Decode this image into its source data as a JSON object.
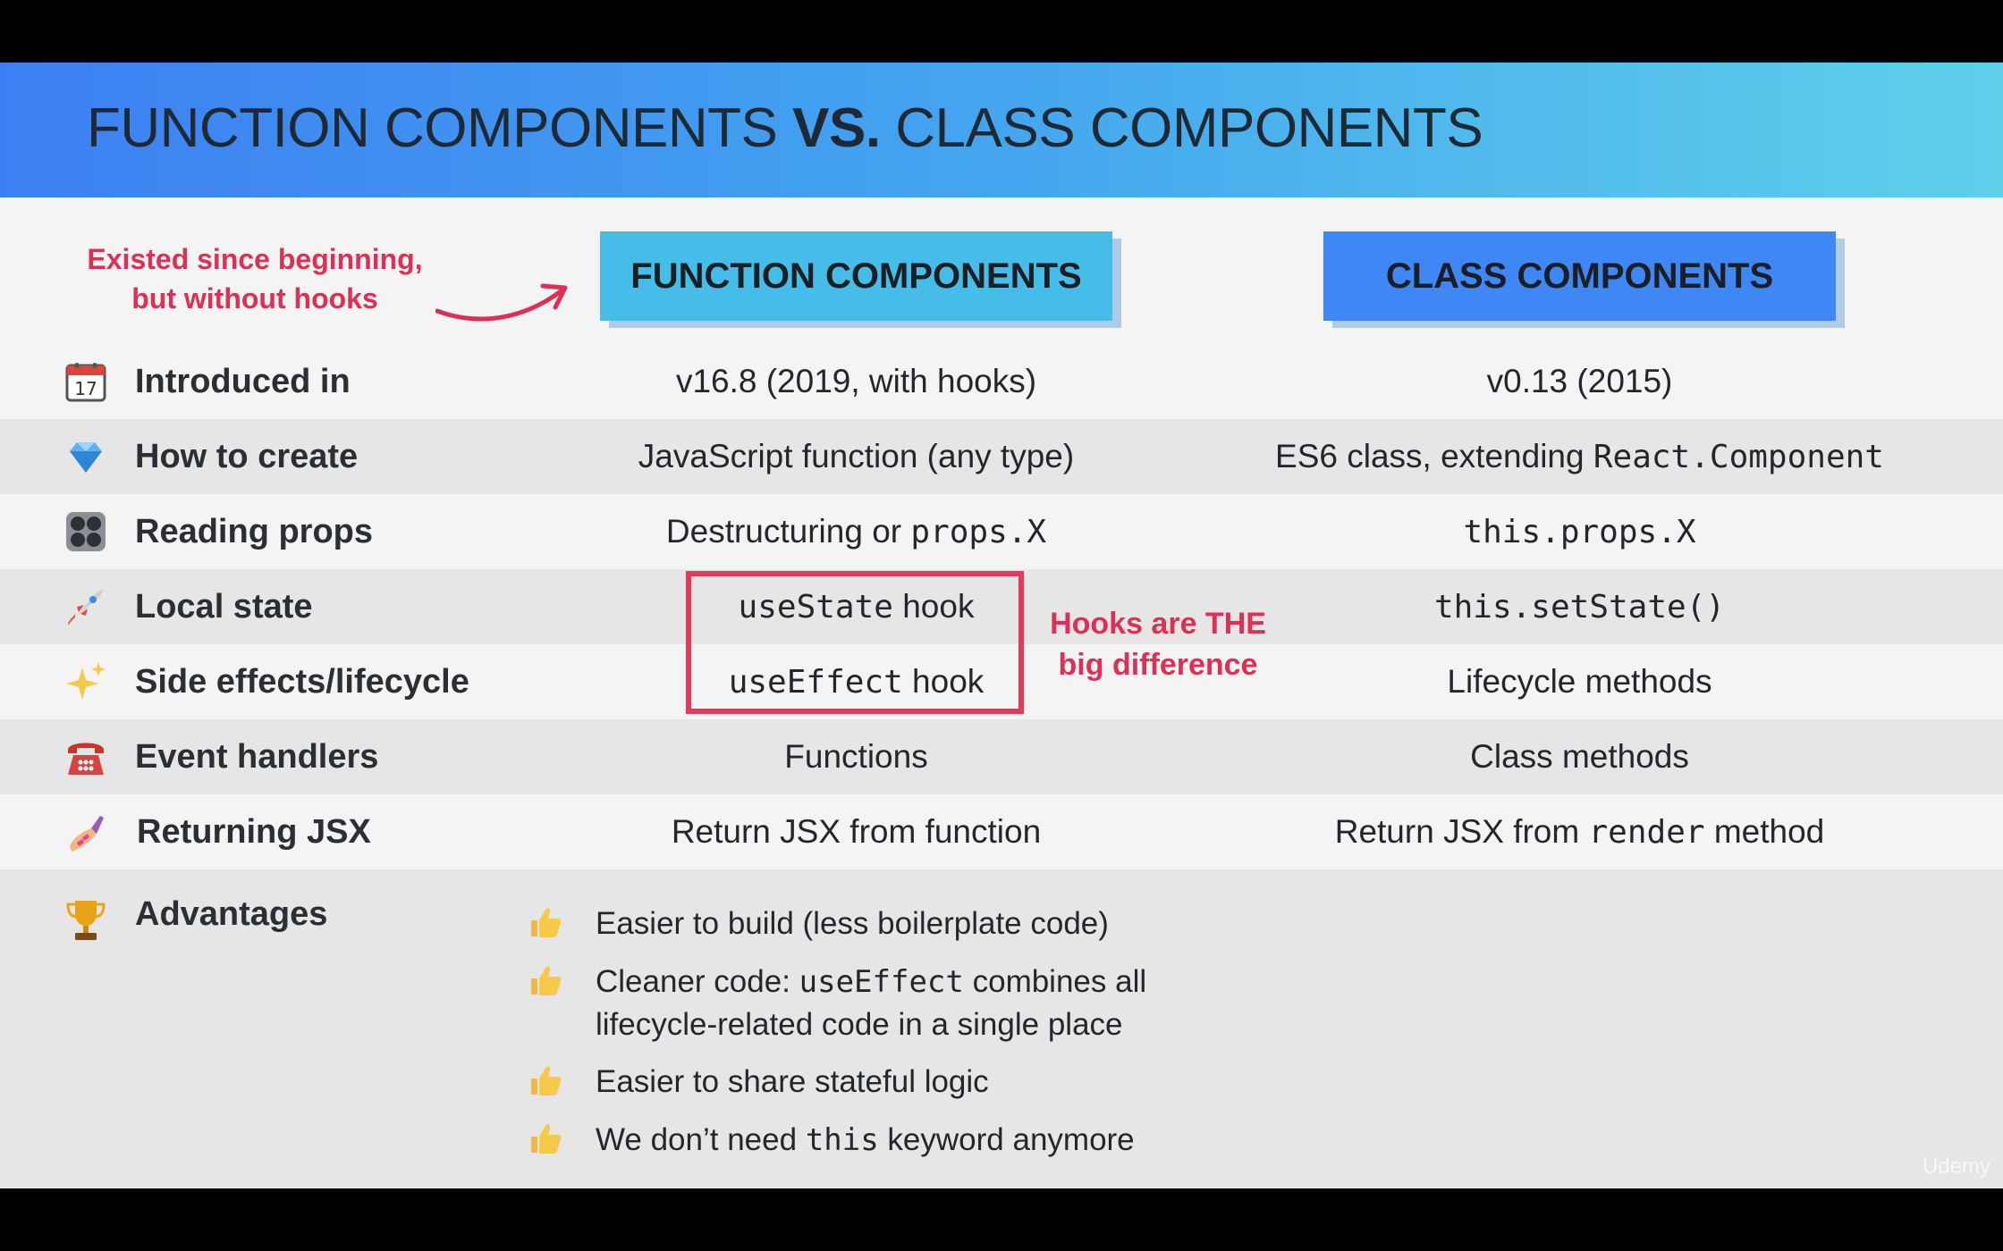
{
  "header": {
    "title_part1": "FUNCTION COMPONENTS ",
    "title_vs": "VS.",
    "title_part2": " CLASS COMPONENTS"
  },
  "columns": {
    "function": "FUNCTION COMPONENTS",
    "class": "CLASS COMPONENTS"
  },
  "notes": {
    "existed_line1": "Existed since beginning,",
    "existed_line2": "but without hooks",
    "hooks_line1_red": "Hooks",
    "hooks_line1_rest": " are THE",
    "hooks_line2": "big difference"
  },
  "rows": [
    {
      "icon": "calendar-icon",
      "label": "Introduced in",
      "fn": "v16.8 (2019, with hooks)",
      "cls": "v0.13 (2015)"
    },
    {
      "icon": "gem-icon",
      "label": "How to create",
      "fn": "JavaScript function (any type)",
      "cls_pre": "ES6 class, extending ",
      "cls_code": "React.Component"
    },
    {
      "icon": "control-knobs-icon",
      "label": "Reading props",
      "fn_pre": "Destructuring or ",
      "fn_code": "props.X",
      "cls_code": "this.props.X"
    },
    {
      "icon": "rocket-icon",
      "label": "Local state",
      "fn_code": "useState",
      "fn_post": " hook",
      "cls_code": "this.setState()"
    },
    {
      "icon": "sparkles-icon",
      "label": "Side effects/lifecycle",
      "fn_code": "useEffect",
      "fn_post": " hook",
      "cls": "Lifecycle methods"
    },
    {
      "icon": "telephone-icon",
      "label": "Event handlers",
      "fn": "Functions",
      "cls": "Class methods"
    },
    {
      "icon": "nail-polish-icon",
      "label": "Returning JSX",
      "fn": "Return JSX from function",
      "cls_pre": "Return JSX from ",
      "cls_code": "render",
      "cls_post": " method"
    }
  ],
  "advantages": {
    "icon": "trophy-icon",
    "label": "Advantages",
    "items": [
      {
        "icon": "thumbs-up-icon",
        "line1": "Easier to build (less boilerplate code)"
      },
      {
        "icon": "thumbs-up-icon",
        "pre": "Cleaner code: ",
        "code": "useEffect",
        "post": " combines all",
        "line2": "lifecycle-related code in a single place"
      },
      {
        "icon": "thumbs-up-icon",
        "line1": "Easier to share stateful logic"
      },
      {
        "icon": "thumbs-up-icon",
        "pre": "We don’t need ",
        "code": "this",
        "post": " keyword anymore"
      }
    ]
  },
  "watermark": "Udemy",
  "colors": {
    "accent_red": "#e8385a",
    "function_header": "#46bde8",
    "class_header": "#3e87f5"
  }
}
